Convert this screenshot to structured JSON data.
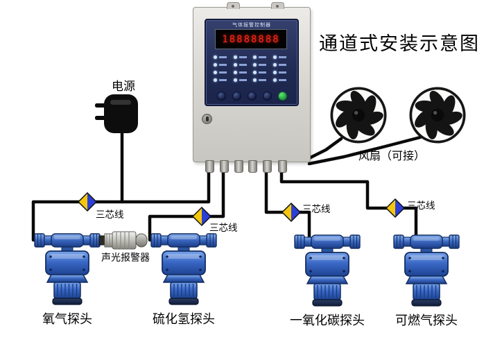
{
  "title": "通道式安装示意图",
  "power": {
    "label": "电源"
  },
  "fan": {
    "label": "风扇（可接）"
  },
  "wire": {
    "label": "三芯线"
  },
  "alarm": {
    "label": "声光报警器"
  },
  "controller": {
    "panel_title": "气体报警控制器",
    "display_value": "18888888"
  },
  "detectors": [
    {
      "label": "氧气探头"
    },
    {
      "label": "硫化氢探头"
    },
    {
      "label": "一氧化碳探头"
    },
    {
      "label": "可燃气探头"
    }
  ],
  "colors": {
    "detector_blue": "#3b69c6",
    "diamond_yellow": "#f4c70e",
    "diamond_blue": "#2b3fd6",
    "led_red": "#ff2418",
    "panel_navy": "#202a52",
    "wire_black": "#0a0a0a"
  }
}
